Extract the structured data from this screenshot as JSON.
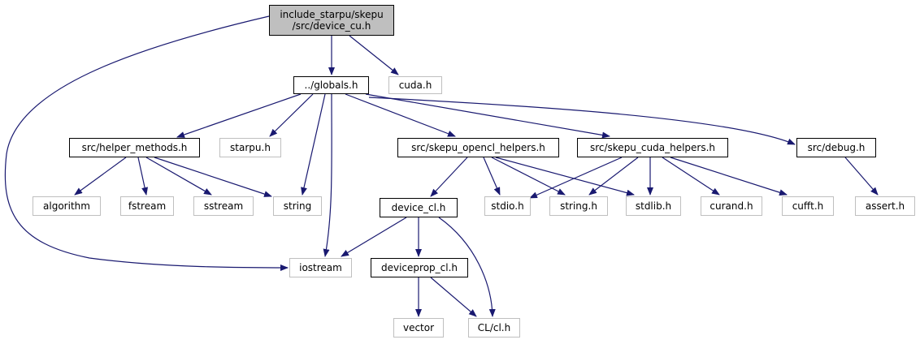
{
  "colors": {
    "edge": "#191970",
    "root_fill": "#bfbfbf",
    "documented_border": "#000000",
    "external_border": "#bfbfbf"
  },
  "nodes": {
    "root": {
      "line1": "include_starpu/skepu",
      "line2": "/src/device_cu.h"
    },
    "globals": "../globals.h",
    "cuda": "cuda.h",
    "helper_methods": "src/helper_methods.h",
    "starpu": "starpu.h",
    "opencl_helpers": "src/skepu_opencl_helpers.h",
    "cuda_helpers": "src/skepu_cuda_helpers.h",
    "debug": "src/debug.h",
    "algorithm": "algorithm",
    "fstream": "fstream",
    "sstream": "sstream",
    "string": "string",
    "device_cl": "device_cl.h",
    "stdio": "stdio.h",
    "string_h": "string.h",
    "stdlib": "stdlib.h",
    "curand": "curand.h",
    "cufft": "cufft.h",
    "assert": "assert.h",
    "iostream": "iostream",
    "deviceprop_cl": "deviceprop_cl.h",
    "vector": "vector",
    "cl": "CL/cl.h"
  }
}
